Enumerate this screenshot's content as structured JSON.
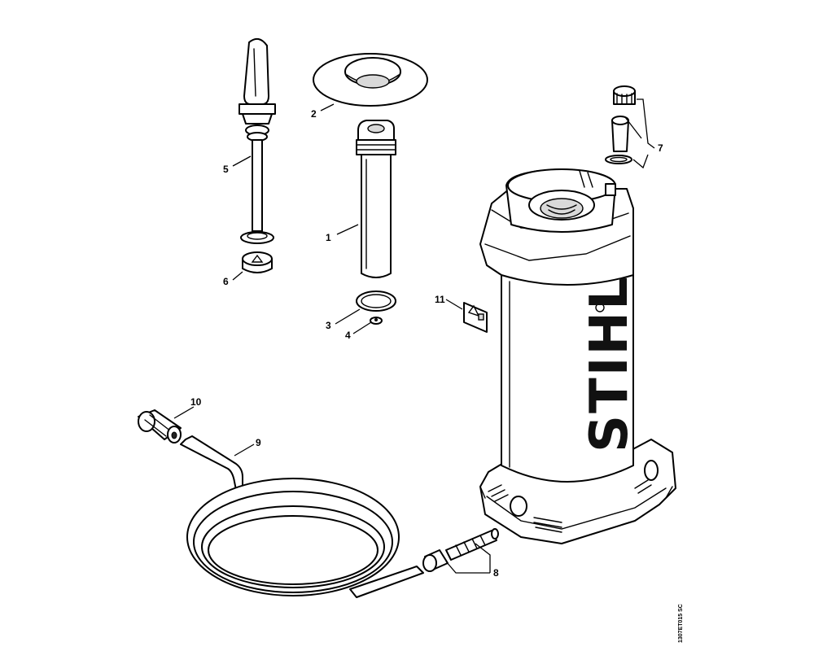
{
  "diagram": {
    "brand_logo": "STIHL",
    "drawing_code": "1307ET015 SC",
    "callouts": [
      {
        "id": "1",
        "label": "1",
        "part": "pump-cylinder"
      },
      {
        "id": "2",
        "label": "2",
        "part": "cover-ring"
      },
      {
        "id": "3",
        "label": "3",
        "part": "o-ring"
      },
      {
        "id": "4",
        "label": "4",
        "part": "valve-disc"
      },
      {
        "id": "5",
        "label": "5",
        "part": "pump-rod-handle"
      },
      {
        "id": "6",
        "label": "6",
        "part": "piston-seal"
      },
      {
        "id": "7",
        "label": "7",
        "part": "valve-cap-set"
      },
      {
        "id": "8",
        "label": "8",
        "part": "filter-connector-set"
      },
      {
        "id": "9",
        "label": "9",
        "part": "hose"
      },
      {
        "id": "10",
        "label": "10",
        "part": "hose-coupling"
      },
      {
        "id": "11",
        "label": "11",
        "part": "warning-label"
      }
    ]
  },
  "colors": {
    "line": "#000000",
    "background": "#ffffff",
    "shade": "#d9d9d9"
  }
}
